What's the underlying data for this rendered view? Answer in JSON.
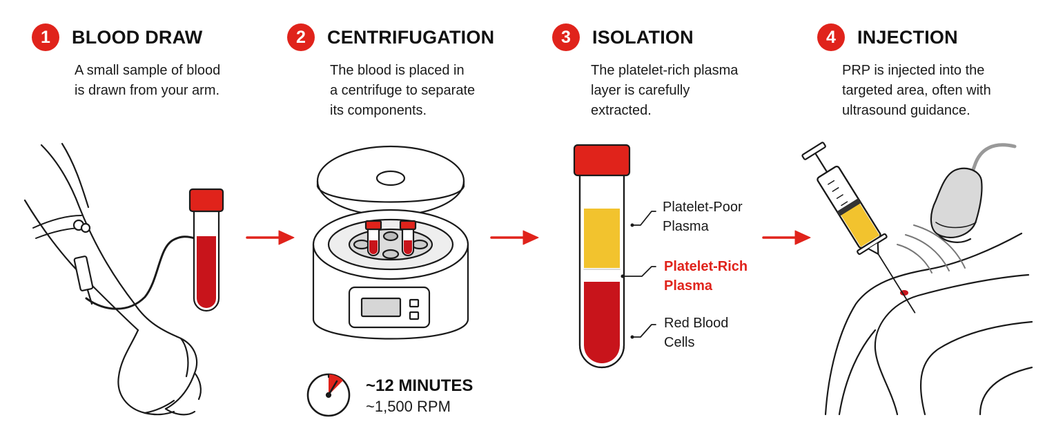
{
  "steps": [
    {
      "number": "1",
      "title": "BLOOD DRAW",
      "desc_lines": [
        "A small sample of blood",
        "is drawn from your arm."
      ]
    },
    {
      "number": "2",
      "title": "CENTRIFUGATION",
      "desc_lines": [
        "The blood is placed in",
        "a centrifuge to separate",
        "its components."
      ]
    },
    {
      "number": "3",
      "title": "ISOLATION",
      "desc_lines": [
        "The platelet-rich plasma",
        "layer is carefully",
        "extracted."
      ]
    },
    {
      "number": "4",
      "title": "INJECTION",
      "desc_lines": [
        "PRP is injected into the",
        "targeted area, often with",
        "ultrasound guidance."
      ]
    }
  ],
  "layers": {
    "poor": [
      "Platelet-Poor",
      "Plasma"
    ],
    "rich": [
      "Platelet-Rich",
      "Plasma"
    ],
    "red": [
      "Red Blood",
      "Cells"
    ]
  },
  "timer": {
    "duration": "~12 MINUTES",
    "speed": "~1,500 RPM"
  },
  "colors": {
    "accent": "#e0231b",
    "blood": "#c8141b",
    "plasma": "#f2c32e",
    "outline": "#1a1a1a"
  }
}
